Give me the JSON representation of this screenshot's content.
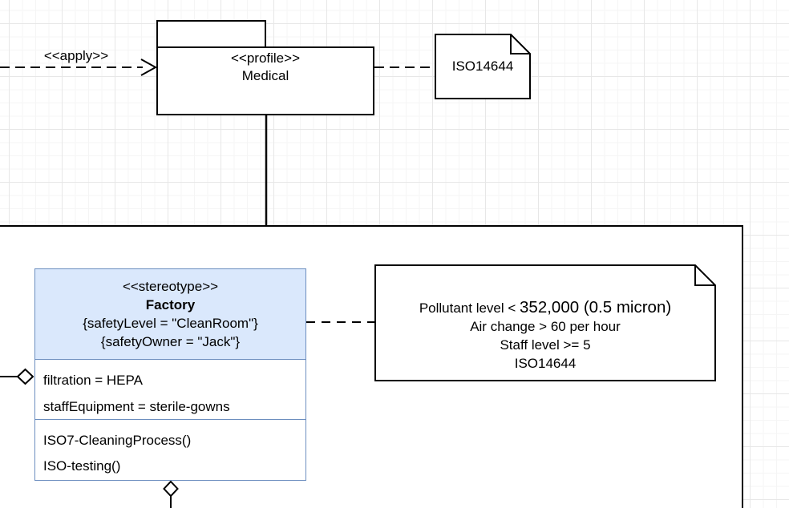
{
  "diagram": {
    "type": "uml-profile-diagram",
    "colors": {
      "stereotype_fill": "#dae8fc",
      "stereotype_stroke": "#6c8ebf",
      "shape_stroke": "#000000",
      "background": "#ffffff",
      "grid_major": "#e7e7e7",
      "grid_minor": "#f5f5f5"
    },
    "icons": {
      "aggregation_end": "hollow-diamond-icon",
      "dependency_end": "open-arrow-icon",
      "note_corner": "folded-corner-icon"
    }
  },
  "apply_dependency": {
    "label": "<<apply>>"
  },
  "profile_package": {
    "stereotype": "<<profile>>",
    "name": "Medical"
  },
  "profile_note": {
    "text": "ISO14644"
  },
  "stereotype_class": {
    "stereotype": "<<stereotype>>",
    "name": "Factory",
    "tagged_values": [
      "{safetyLevel = \"CleanRoom\"}",
      "{safetyOwner = \"Jack\"}"
    ],
    "attributes": [
      "filtration = HEPA",
      "staffEquipment = sterile-gowns"
    ],
    "operations": [
      "ISO7-CleaningProcess()",
      "ISO-testing()"
    ]
  },
  "constraint_note": {
    "line1_prefix": "Pollutant level < ",
    "line1_value": "352,000 (0.5 micron)",
    "line2": "Air change > 60 per hour",
    "line3": "Staff level >= 5",
    "line4": "ISO14644"
  }
}
